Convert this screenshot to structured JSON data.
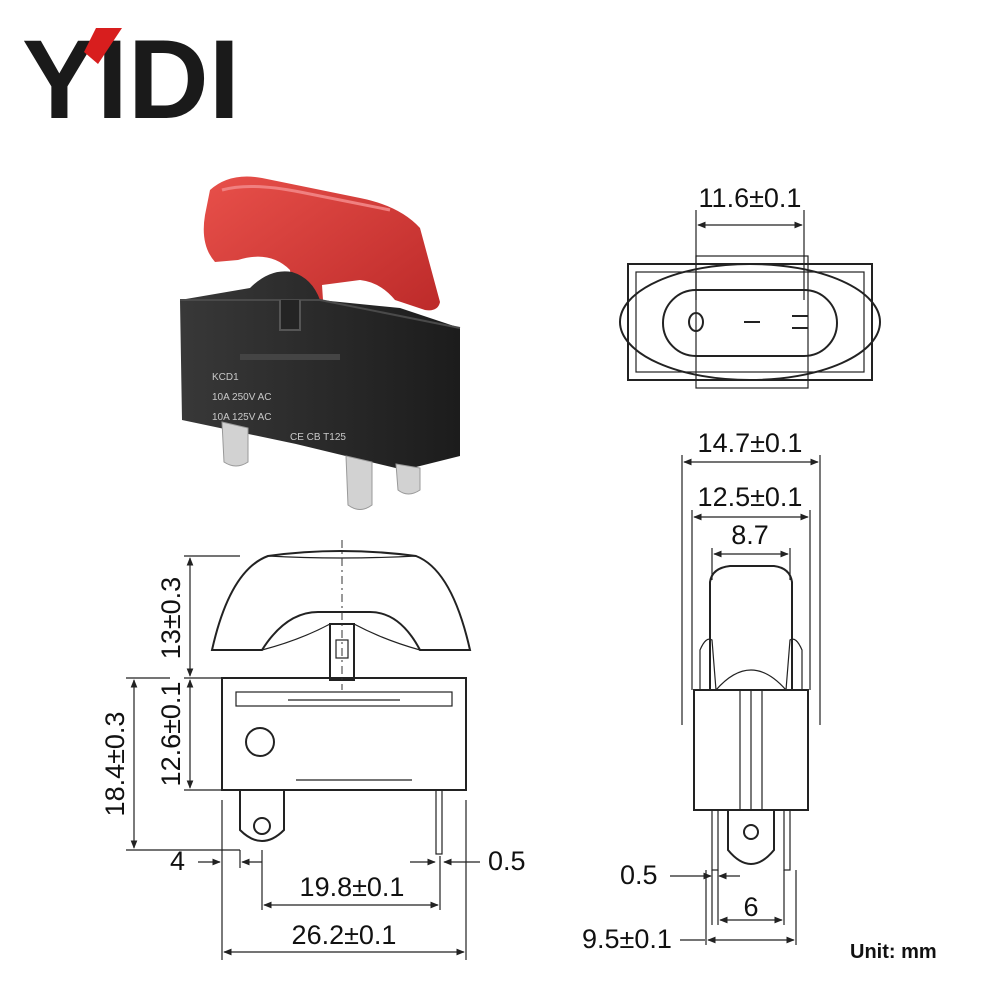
{
  "brand": {
    "logo_text": "YIDI",
    "logo_color": "#1a1a1a",
    "accent_color": "#d81e1e"
  },
  "product_photo": {
    "rocker_color": "#d93a3a",
    "housing_color": "#2b2b2b",
    "markings": [
      "KCD1",
      "10A 250V AC",
      "10A 125V AC",
      "CE CB T125"
    ]
  },
  "top_view": {
    "width_dim": "11.6±0.1"
  },
  "side_view": {
    "overall_width": "14.7±0.1",
    "inner_width": "12.5±0.1",
    "rocker_width": "8.7",
    "terminal_thickness": "0.5",
    "terminal_spacing": "6",
    "base_width": "9.5±0.1"
  },
  "front_view": {
    "rocker_height": "13±0.3",
    "total_height": "18.4±0.3",
    "body_height": "12.6±0.1",
    "terminal_offset": "4",
    "terminal_thickness": "0.5",
    "terminal_span": "19.8±0.1",
    "overall_length": "26.2±0.1"
  },
  "unit_note": "Unit: mm"
}
